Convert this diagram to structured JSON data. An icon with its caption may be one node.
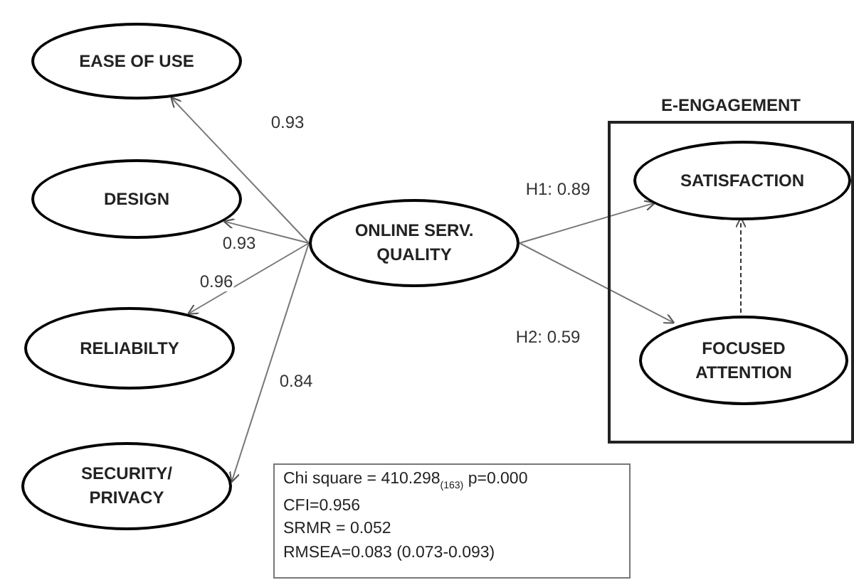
{
  "diagram": {
    "nodes": [
      {
        "text": [
          "EASE OF USE"
        ]
      },
      {
        "text": [
          "DESIGN"
        ]
      },
      {
        "text": [
          "RELIABILTY"
        ]
      },
      {
        "text": [
          "SECURITY/ PRIVACY"
        ]
      },
      {
        "text": [
          "ONLINE SERV. QUALITY"
        ]
      },
      {
        "text": [
          "E-ENGAGEMENT"
        ]
      },
      {
        "text": [
          "SATISFACTION"
        ],
        "in": 5
      },
      {
        "text": [
          "FOCUSED ATTENTION"
        ],
        "in": 5
      },
      {
        "text": [
          "Chi square = 410.298$_{(163)}$ p=0.000",
          "CFI=0.956",
          "SRMR = 0.052",
          "RMSEA=0.083 (0.073-0.093)"
        ]
      }
    ],
    "edges": [
      {
        "from": 4,
        "to": 0,
        "arrow": "to",
        "label": "0.93"
      },
      {
        "from": 4,
        "to": 1,
        "arrow": "to",
        "label": "0.93"
      },
      {
        "from": 4,
        "to": 2,
        "arrow": "to",
        "label": "0.96"
      },
      {
        "from": 4,
        "to": 3,
        "arrow": "to",
        "label": "0.84"
      },
      {
        "from": 4,
        "to": 6,
        "arrow": "to",
        "label": "H1: 0.89"
      },
      {
        "from": 4,
        "to": 7,
        "arrow": "to",
        "label": "H2: 0.59"
      },
      {
        "from": 7,
        "to": 6,
        "arrow": "to",
        "style": "dashed",
        "color": "#333333"
      }
    ]
  }
}
